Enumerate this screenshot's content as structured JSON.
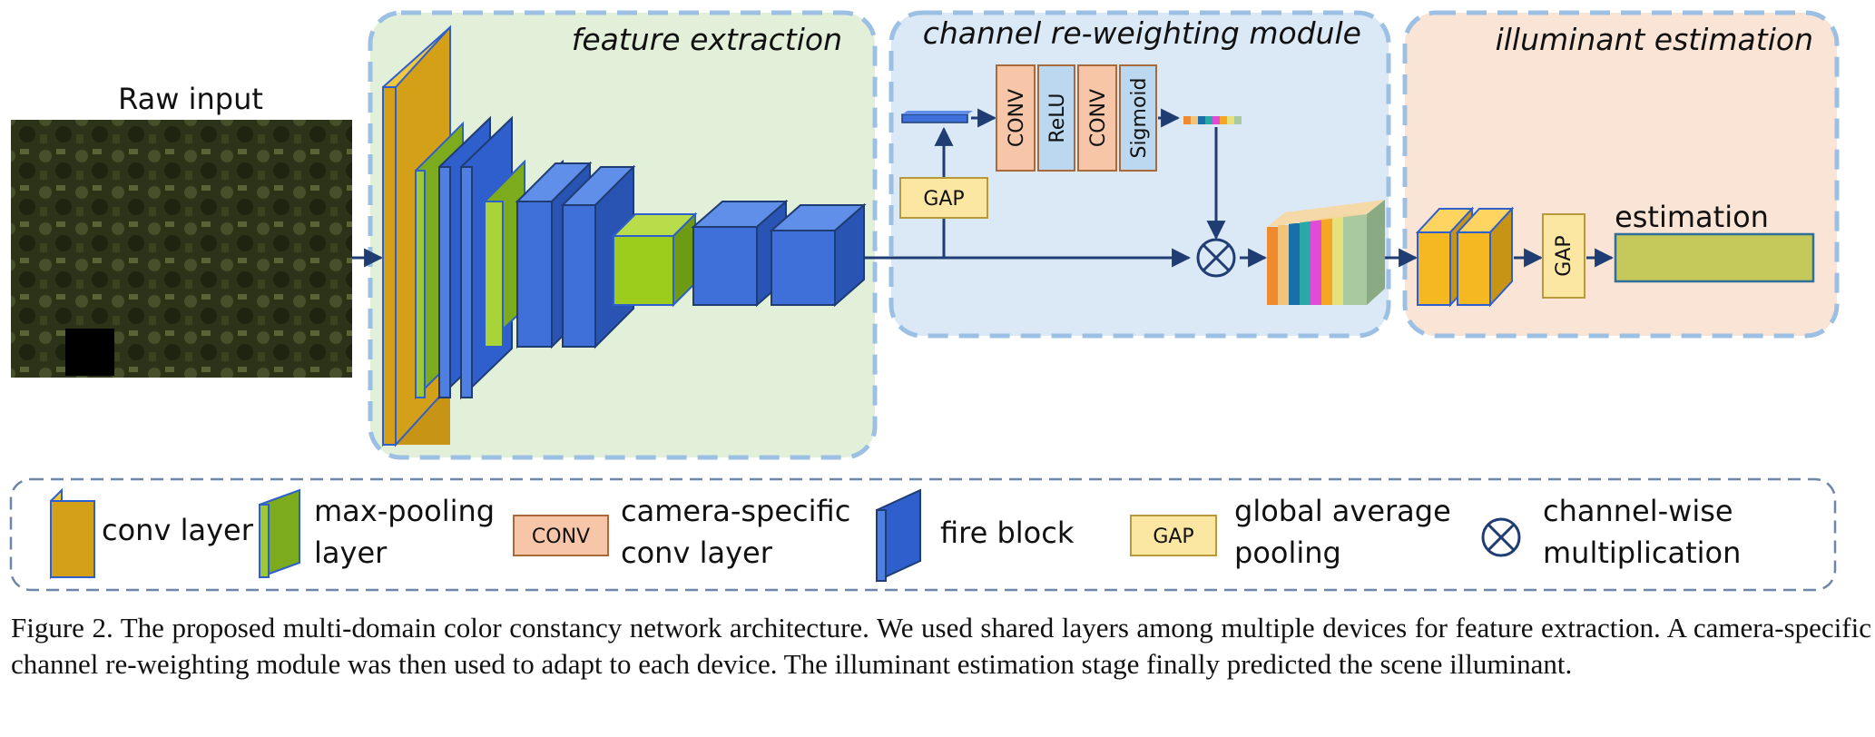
{
  "labels": {
    "raw_input": "Raw input",
    "feature_extraction": "feature extraction",
    "channel_reweighting": "channel re-weighting module",
    "illuminant_estimation": "illuminant estimation",
    "estimation": "estimation",
    "gap": "GAP",
    "conv": "CONV",
    "relu": "ReLU",
    "sigmoid": "Sigmoid"
  },
  "legend": {
    "conv_layer": "conv layer",
    "max_pooling_1": "max-pooling",
    "max_pooling_2": "layer",
    "conv_box": "CONV",
    "camera_specific_1": "camera-specific",
    "camera_specific_2": "conv layer",
    "fire_block": "fire block",
    "gap_box": "GAP",
    "gap_desc_1": "global average",
    "gap_desc_2": "pooling",
    "mult_desc_1": "channel-wise",
    "mult_desc_2": "multiplication"
  },
  "caption": "Figure 2. The proposed multi-domain color constancy network architecture.  We used shared layers among multiple devices for feature extraction. A camera-specific channel re-weighting module was then used to adapt to each device. The illuminant estimation stage finally predicted the scene illuminant.",
  "colors": {
    "conv_layer": "#d4a017",
    "max_pool": "#7cab1e",
    "fire_block": "#2f5fcc",
    "conv_box": "#f7c6a8",
    "relu_box": "#bcd7f0",
    "gap_box": "#fbe6a2",
    "estimation_bar": "#c5c85a",
    "panel_green": "#e2f0da",
    "panel_blue": "#dbe8f6",
    "panel_peach": "#f9e4d6"
  }
}
